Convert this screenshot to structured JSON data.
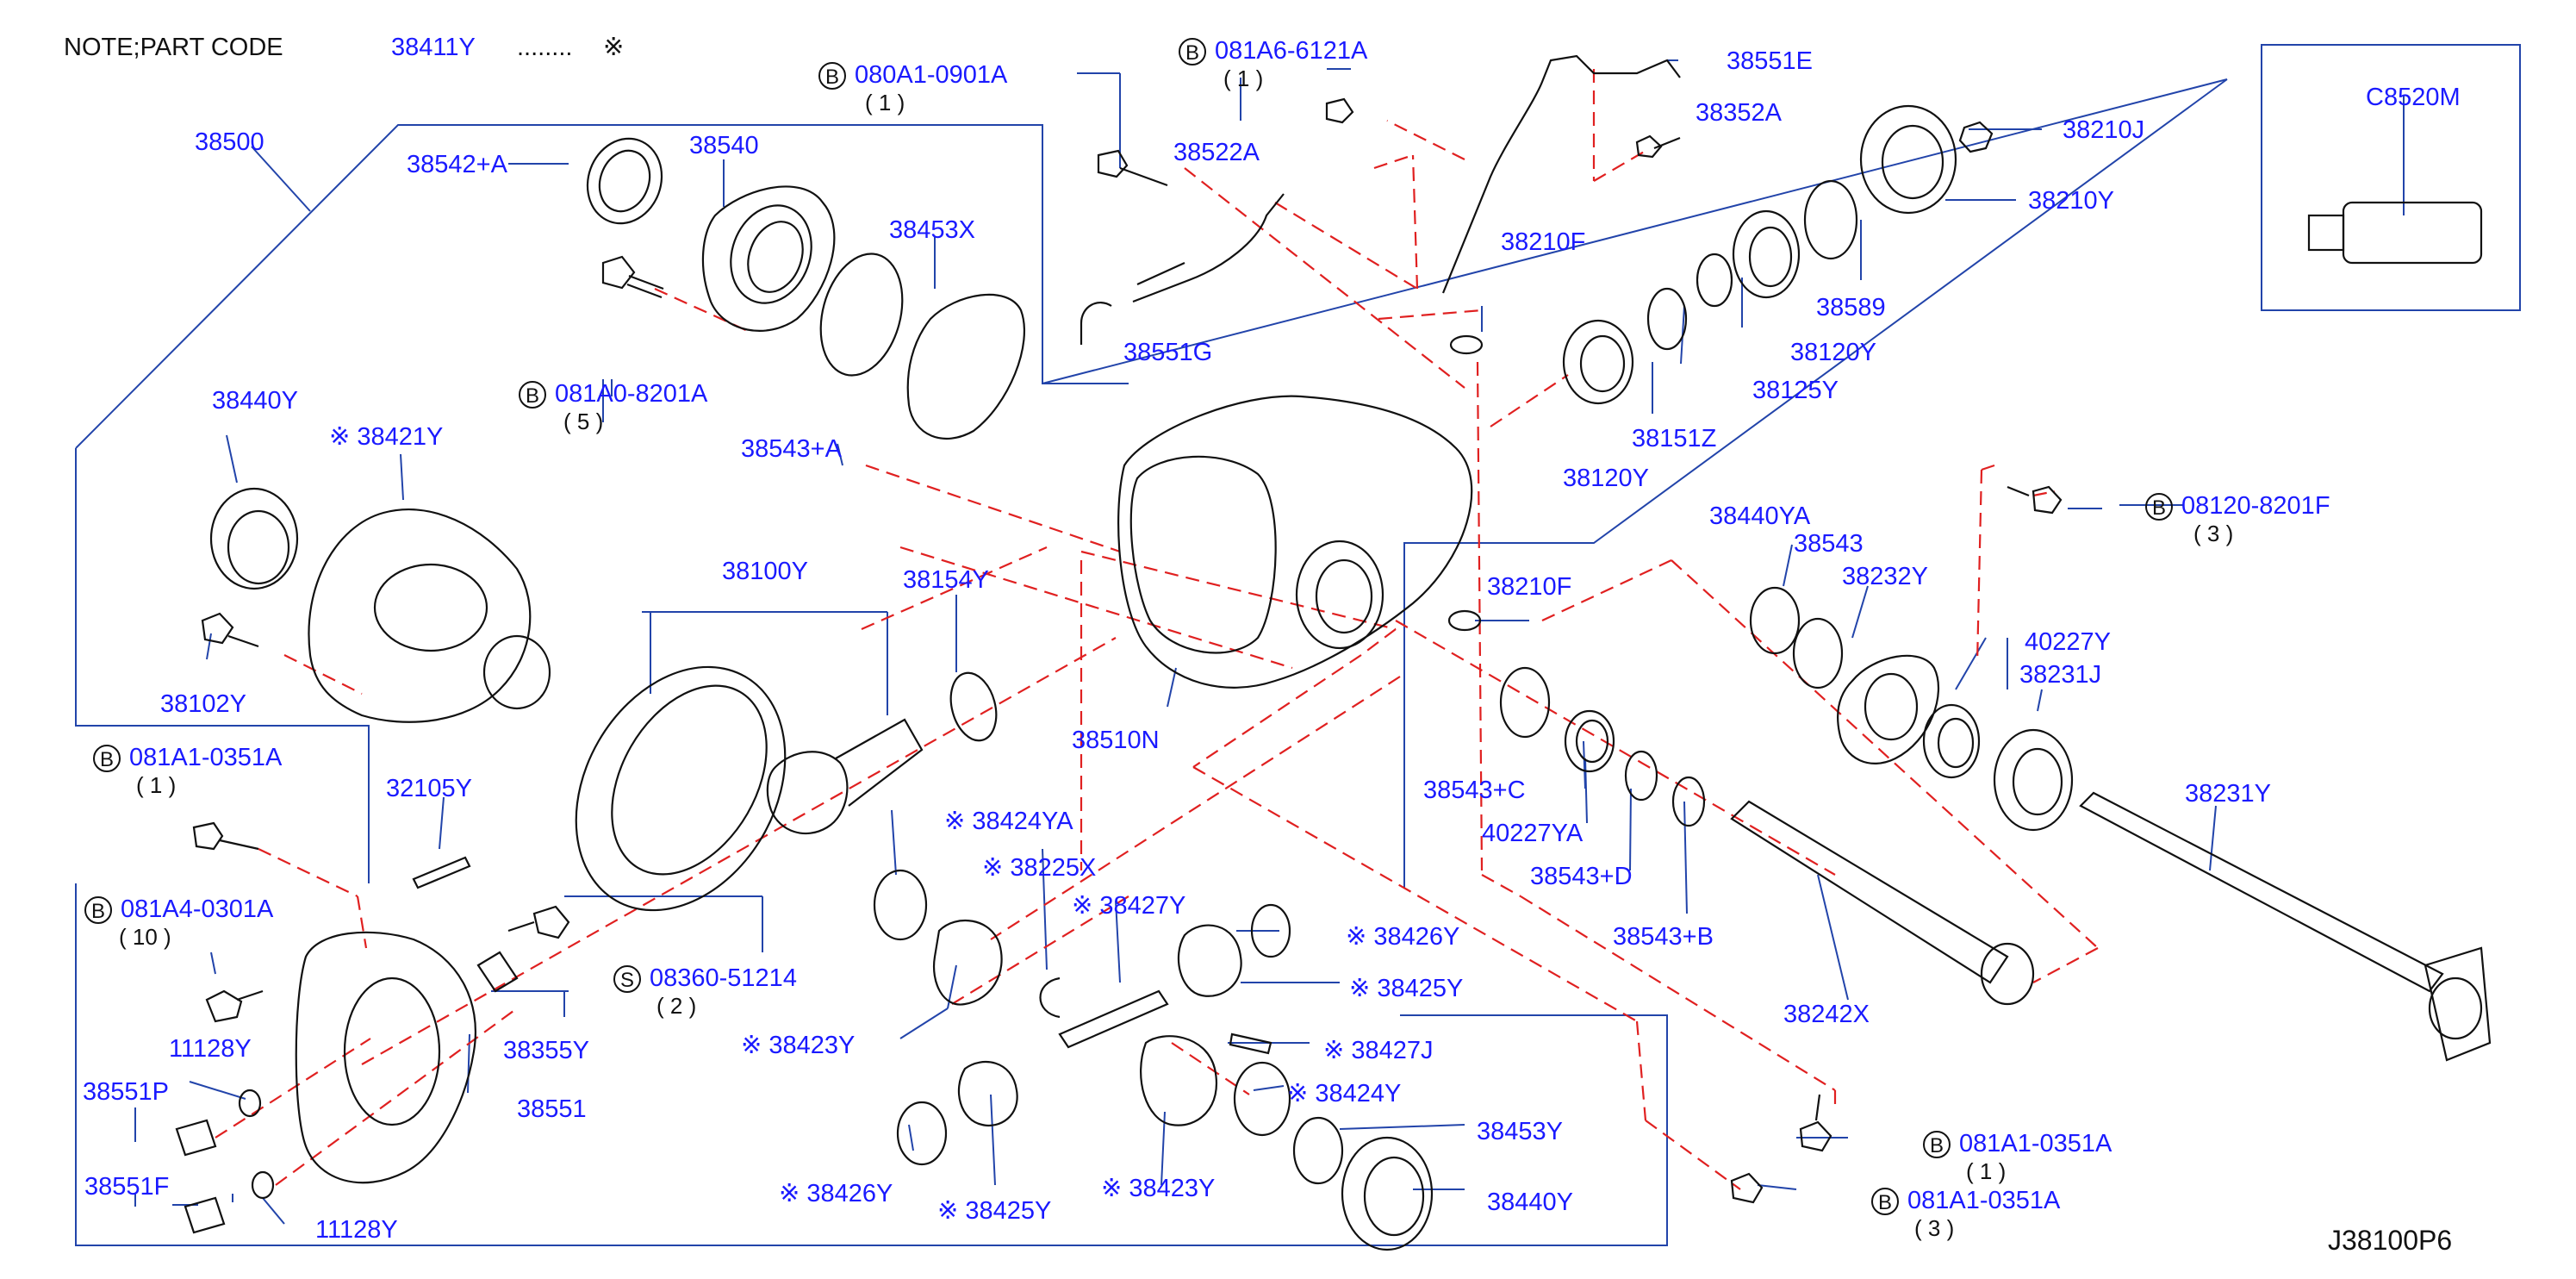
{
  "note": {
    "label": "NOTE;PART   CODE",
    "code": "38411Y",
    "dots": "........",
    "mark": "※"
  },
  "bolt_mark": "B",
  "screw_mark": "S",
  "parts": {
    "p38500": "38500",
    "p38542A": "38542+A",
    "p38540": "38540",
    "p38453X": "38453X",
    "p38543A": "38543+A",
    "p38440Y_top": "38440Y",
    "p38421Y": "※ 38421Y",
    "p38102Y": "38102Y",
    "p38522A": "38522A",
    "p38551G": "38551G",
    "p38551E": "38551E",
    "p38352A": "38352A",
    "p38210F_top": "38210F",
    "p38210J": "38210J",
    "p38210Y": "38210Y",
    "p38589": "38589",
    "p38120Y_a": "38120Y",
    "p38125Y": "38125Y",
    "p38151Z": "38151Z",
    "p38120Y_b": "38120Y",
    "pC8520M": "C8520M",
    "p38100Y": "38100Y",
    "p38154Y": "38154Y",
    "p38510N": "38510N",
    "p38210F_mid": "38210F",
    "p38440YA": "38440YA",
    "p38543": "38543",
    "p38232Y": "38232Y",
    "p40227Y": "40227Y",
    "p38231J": "38231J",
    "p38543C": "38543+C",
    "p40227YA": "40227YA",
    "p38543D": "38543+D",
    "p38543B": "38543+B",
    "p38242X": "38242X",
    "p38231Y": "38231Y",
    "p32105Y": "32105Y",
    "p38355Y": "38355Y",
    "p11128Y_a": "11128Y",
    "p38551P": "38551P",
    "p38551": "38551",
    "p38551F": "38551F",
    "p11128Y_b": "11128Y",
    "p38424YA": "※ 38424YA",
    "p38225X": "※ 38225X",
    "p38427Y": "※ 38427Y",
    "p38426Y_a": "※ 38426Y",
    "p38425Y_a": "※ 38425Y",
    "p38423Y_a": "※ 38423Y",
    "p38427J": "※ 38427J",
    "p38424Y": "※ 38424Y",
    "p38453Y": "38453Y",
    "p38440Y_bot": "38440Y",
    "p38426Y_b": "※ 38426Y",
    "p38425Y_b": "※ 38425Y",
    "p38423Y_b": "※ 38423Y"
  },
  "bolts": {
    "b080A1_0901A": {
      "code": "080A1-0901A",
      "qty": "( 1 )"
    },
    "b081A6_6121A": {
      "code": "081A6-6121A",
      "qty": "( 1 )"
    },
    "b081A0_8201A": {
      "code": "081A0-8201A",
      "qty": "( 5 )"
    },
    "b08120_8201F": {
      "code": "08120-8201F",
      "qty": "( 3 )"
    },
    "b081A1_0351A_left": {
      "code": "081A1-0351A",
      "qty": "( 1 )"
    },
    "b081A4_0301A": {
      "code": "081A4-0301A",
      "qty": "( 10 )"
    },
    "s08360_51214": {
      "code": "08360-51214",
      "qty": "( 2 )"
    },
    "b081A1_0351A_r1": {
      "code": "081A1-0351A",
      "qty": "( 1 )"
    },
    "b081A1_0351A_r3": {
      "code": "081A1-0351A",
      "qty": "( 3 )"
    }
  },
  "diagram_id": "J38100P6",
  "colors": {
    "label_blue": "#1a1aff",
    "line_blue": "#2244aa",
    "dash_red": "#e02020",
    "ink": "#111111"
  }
}
